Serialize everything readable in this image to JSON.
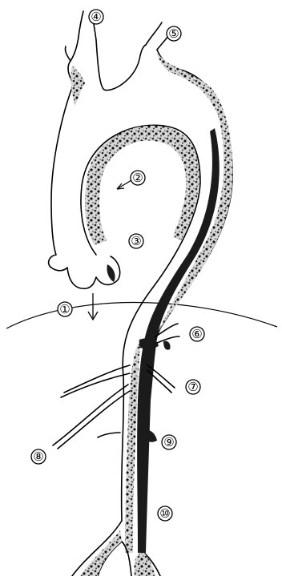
{
  "labels": [
    "①",
    "②",
    "③",
    "④",
    "⑤",
    "⑥",
    "⑦",
    "⑧",
    "⑨",
    "⑩"
  ]
}
